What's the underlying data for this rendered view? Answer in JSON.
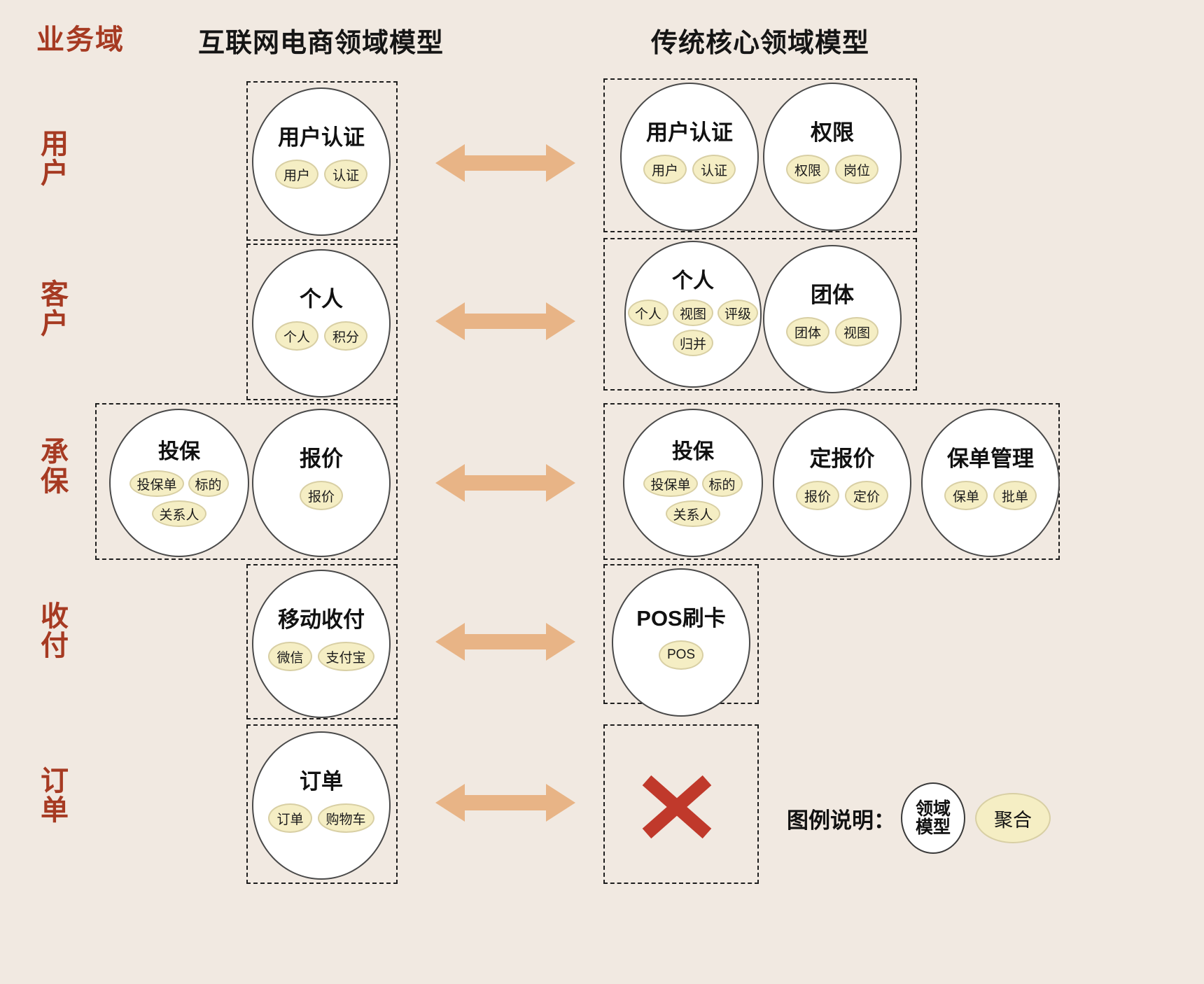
{
  "header": {
    "domain_label": "业务域",
    "left_column_title": "互联网电商领域模型",
    "right_column_title": "传统核心领域模型"
  },
  "rows": [
    {
      "label": "用户",
      "left": [
        {
          "title": "用户认证",
          "aggregates": [
            "用户",
            "认证"
          ]
        }
      ],
      "right": [
        {
          "title": "用户认证",
          "aggregates": [
            "用户",
            "认证"
          ]
        },
        {
          "title": "权限",
          "aggregates": [
            "权限",
            "岗位"
          ]
        }
      ],
      "arrow": "double-arrow"
    },
    {
      "label": "客户",
      "left": [
        {
          "title": "个人",
          "aggregates": [
            "个人",
            "积分"
          ]
        }
      ],
      "right": [
        {
          "title": "个人",
          "aggregates": [
            "个人",
            "视图",
            "评级",
            "归并"
          ]
        },
        {
          "title": "团体",
          "aggregates": [
            "团体",
            "视图"
          ]
        }
      ],
      "arrow": "double-arrow"
    },
    {
      "label": "承保",
      "left": [
        {
          "title": "投保",
          "aggregates": [
            "投保单",
            "标的",
            "关系人"
          ]
        },
        {
          "title": "报价",
          "aggregates": [
            "报价"
          ]
        }
      ],
      "right": [
        {
          "title": "投保",
          "aggregates": [
            "投保单",
            "标的",
            "关系人"
          ]
        },
        {
          "title": "定报价",
          "aggregates": [
            "报价",
            "定价"
          ]
        },
        {
          "title": "保单管理",
          "aggregates": [
            "保单",
            "批单"
          ]
        }
      ],
      "arrow": "double-arrow"
    },
    {
      "label": "收付",
      "left": [
        {
          "title": "移动收付",
          "aggregates": [
            "微信",
            "支付宝"
          ]
        }
      ],
      "right": [
        {
          "title": "POS刷卡",
          "aggregates": [
            "POS"
          ]
        }
      ],
      "arrow": "double-arrow"
    },
    {
      "label": "订单",
      "left": [
        {
          "title": "订单",
          "aggregates": [
            "订单",
            "购物车"
          ]
        }
      ],
      "right": [],
      "right_marker": "红叉",
      "arrow": "double-arrow"
    }
  ],
  "legend": {
    "label": "图例说明：",
    "domain_model": "领域\n模型",
    "domain_model_line1": "领域",
    "domain_model_line2": "模型",
    "aggregate": "聚合"
  },
  "colors": {
    "background": "#F1E9E1",
    "accent_red": "#A63A22",
    "arrow_orange": "#E8B486",
    "aggregate_fill": "#F5EEC4",
    "aggregate_stroke": "#D8CFA4",
    "bubble_fill": "#FFFFFF",
    "bubble_stroke": "#4A4A4A",
    "x_mark_red": "#C0392B",
    "dash_stroke": "#1D1D1D",
    "title_text": "#151515"
  }
}
